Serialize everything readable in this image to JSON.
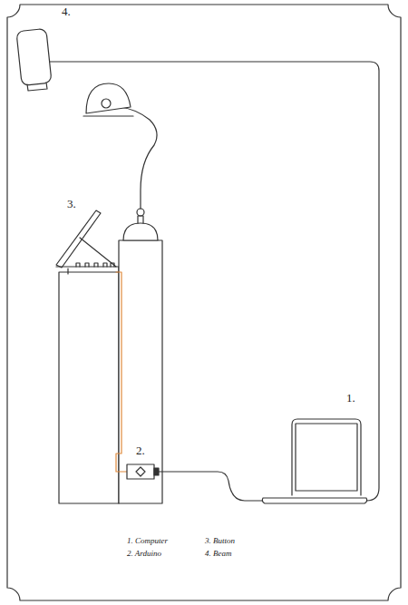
{
  "diagram": {
    "labels": [
      "4.",
      "3.",
      "2.",
      "1.",
      "1. Computer",
      "2. Arduino",
      "3. Button",
      "4. Beam"
    ]
  }
}
